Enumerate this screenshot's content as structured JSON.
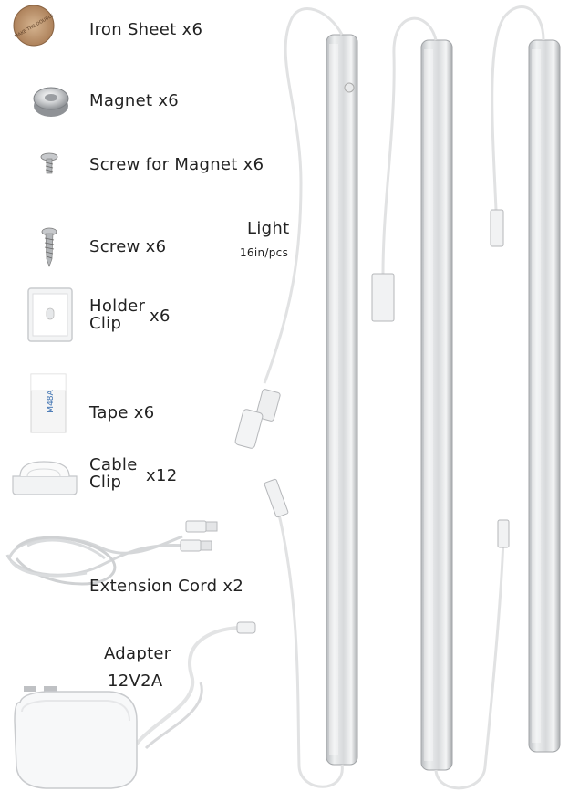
{
  "items": [
    {
      "id": "iron-sheet",
      "label": "Iron Sheet x6"
    },
    {
      "id": "magnet",
      "label": "Magnet x6"
    },
    {
      "id": "screw-magnet",
      "label": "Screw for Magnet x6"
    },
    {
      "id": "screw",
      "label": "Screw x6"
    },
    {
      "id": "holder-clip",
      "label_line1": "Holder",
      "label_line2": "Clip",
      "qty": "x6"
    },
    {
      "id": "tape",
      "label": "Tape x6"
    },
    {
      "id": "cable-clip",
      "label_line1": "Cable",
      "label_line2": "Clip",
      "qty": "x12"
    },
    {
      "id": "extension-cord",
      "label": "Extension Cord x2"
    },
    {
      "id": "adapter",
      "label_line1": "Adapter",
      "label_line2": "12V2A"
    }
  ],
  "light": {
    "title": "Light",
    "spec": "16in/pcs"
  },
  "iron_sheet_print": "MAKE THE DOUBLE",
  "tape_print": "M48A"
}
